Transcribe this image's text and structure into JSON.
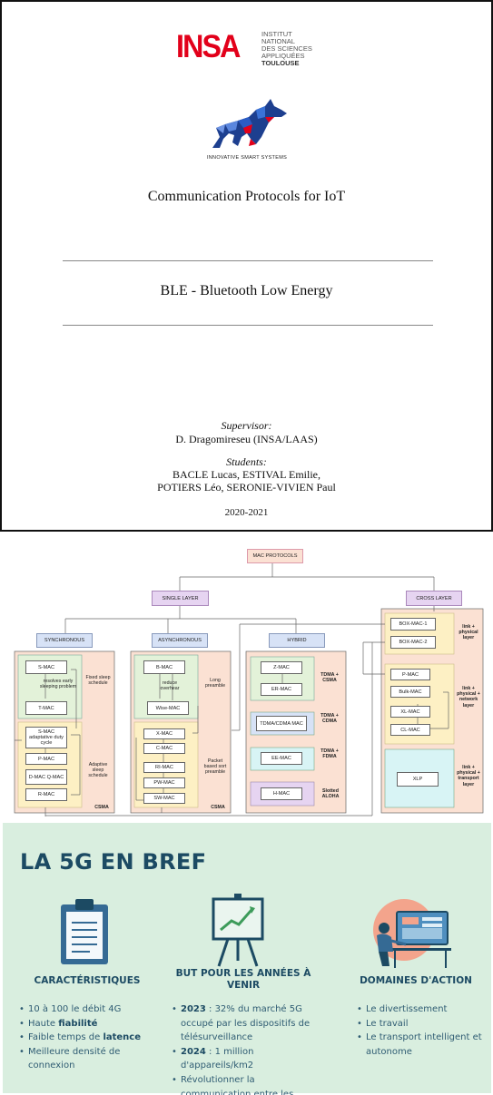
{
  "cover": {
    "insa_mark": "INSA",
    "insa_tagline": [
      "INSTITUT NATIONAL",
      "DES SCIENCES",
      "APPLIQUÉES",
      "TOULOUSE"
    ],
    "iss_name": "INNOVATIVE SMART SYSTEMS",
    "course_title": "Communication Protocols for IoT",
    "project_title": "BLE - Bluetooth Low Energy",
    "supervisor_label": "Supervisor:",
    "supervisor_name": "D. Dragomireseu (INSA/LAAS)",
    "students_label": "Students:",
    "students_line1": "BACLE Lucas, ESTIVAL Emilie,",
    "students_line2": "POTIERS Léo, SERONIE-VIVIEN Paul",
    "year": "2020-2021"
  },
  "diagram": {
    "root": "MAC PROTOCOLS",
    "single_layer": "SINGLE LAYER",
    "cross_layer": "CROSS LAYER",
    "synchronous": "SYNCHRONOUS",
    "asynchronous": "ASYNCHRONOUS",
    "hybrid": "HYBRID",
    "sync_fixed_nodes": [
      "S-MAC",
      "T-MAC"
    ],
    "sync_fixed_note": "resolves early sleeping problem",
    "sync_fixed_label": "Fixed sleep schedule",
    "sync_adaptive_nodes": [
      "S-MAC adaptative duty cycle",
      "P-MAC",
      "D-MAC Q-MAC",
      "R-MAC"
    ],
    "sync_adaptive_label": "Adaptive sleep schedule",
    "sync_footer": "CSMA",
    "async_long_nodes": [
      "B-MAC",
      "Wise-MAC"
    ],
    "async_long_note": "reduce overhear",
    "async_long_label": "Long preamble",
    "async_short_nodes": [
      "X-MAC",
      "C-MAC",
      "RI-MAC",
      "PW-MAC",
      "SW-MAC"
    ],
    "async_short_label": "Packet based sort preamble",
    "async_footer": "CSMA",
    "hybrid_groups": [
      {
        "nodes": [
          "Z-MAC",
          "ER-MAC"
        ],
        "label": "TDMA + CSMA"
      },
      {
        "nodes": [
          "TDMA/CDMA MAC"
        ],
        "label": "TDMA + CDMA"
      },
      {
        "nodes": [
          "EE-MAC"
        ],
        "label": "TDMA + FDMA"
      },
      {
        "nodes": [
          "H-MAC"
        ],
        "label": "Slotted ALOHA"
      }
    ],
    "cross_groups": [
      {
        "nodes": [
          "BOX-MAC-1",
          "BOX-MAC-2"
        ],
        "label": "link + physical layer"
      },
      {
        "nodes": [
          "P-MAC",
          "Bulk-MAC",
          "XL-MAC",
          "CL-MAC"
        ],
        "label": "link + physical + network layer"
      },
      {
        "nodes": [
          "XLP"
        ],
        "label": "link + physical + transport layer"
      }
    ]
  },
  "info": {
    "title": "LA 5G EN BREF",
    "columns": [
      {
        "icon": "clipboard-icon",
        "heading": "CARACTÉRISTIQUES",
        "bullets": [
          {
            "text": "10 à 100 le débit 4G",
            "bold": ""
          },
          {
            "text": "Haute ",
            "bold": "fiabilité"
          },
          {
            "text": "Faible temps de ",
            "bold": "latence"
          },
          {
            "text": "Meilleure densité de connexion",
            "bold": ""
          }
        ]
      },
      {
        "icon": "growth-chart-easel-icon",
        "heading": "BUT POUR LES ANNÉES À VENIR",
        "bullets": [
          {
            "strong": "2023",
            "text": " : 32% du marché 5G occupé par les dispositifs de télésurveillance"
          },
          {
            "strong": "2024",
            "text": " : 1 million d'appareils/km2"
          },
          {
            "strong": "",
            "text": "Révolutionner la communication entre les personnes et les objets"
          }
        ]
      },
      {
        "icon": "person-at-desk-icon",
        "heading": "DOMAINES D'ACTION",
        "bullets": [
          {
            "text": "Le divertissement"
          },
          {
            "text": "Le travail"
          },
          {
            "text": "Le transport intelligent et autonome"
          }
        ]
      }
    ]
  },
  "colors": {
    "insa_red": "#e2001a",
    "info_bg": "#d9eedf",
    "info_navy": "#1c4a63",
    "diagram_peach": "#fbe1d3",
    "diagram_green": "#e3f2d9",
    "diagram_yellow": "#fdf0c4",
    "diagram_lavender": "#e6d4f1",
    "diagram_blue": "#d7e2f6",
    "diagram_cyan": "#d8f4f5"
  }
}
